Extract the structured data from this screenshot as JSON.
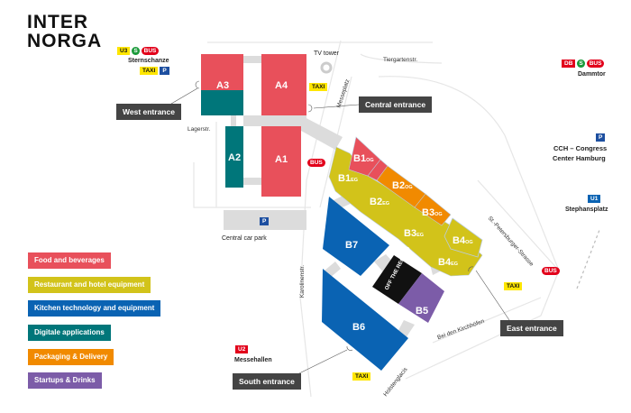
{
  "logo": {
    "line1": "INTER",
    "line2": "NORGA"
  },
  "colors": {
    "food": "#e8505b",
    "restaurant": "#d2c31a",
    "kitchen": "#0a63b3",
    "digital": "#00767a",
    "packaging": "#f18a00",
    "startups": "#7c5ca8",
    "callout": "#444444"
  },
  "legend": [
    {
      "label": "Food and beverages",
      "color": "#e8505b"
    },
    {
      "label": "Restaurant and hotel equipment",
      "color": "#d2c31a"
    },
    {
      "label": "Kitchen technology and equipment",
      "color": "#0a63b3"
    },
    {
      "label": "Digitale applications",
      "color": "#00767a"
    },
    {
      "label": "Packaging & Delivery",
      "color": "#f18a00"
    },
    {
      "label": "Startups & Drinks",
      "color": "#7c5ca8"
    }
  ],
  "halls": {
    "A1": "A1",
    "A2": "A2",
    "A3": "A3",
    "A4": "A4",
    "B1og": "B1",
    "B1eg": "B1",
    "B2og": "B2",
    "B2eg": "B2",
    "B3og": "B3",
    "B3eg": "B3",
    "B4og": "B4",
    "B4eg": "B4",
    "B5": "B5",
    "B6": "B6",
    "B7": "B7",
    "og": "OG",
    "eg": "EG",
    "off_the_record": "OFF THE RECORD"
  },
  "entrances": {
    "west": "West entrance",
    "central": "Central entrance",
    "east": "East entrance",
    "south": "South entrance"
  },
  "places": {
    "tv_tower": "TV tower",
    "central_car_park": "Central car park",
    "sternschanze": "Sternschanze",
    "dammtor": "Dammtor",
    "cch": "CCH – Congress",
    "cch2": "Center Hamburg",
    "stephansplatz": "Stephansplatz",
    "messehallen": "Messehallen"
  },
  "streets": {
    "tiergarten": "Tiergartenstr.",
    "messeplatz": "Messeplatz",
    "lager": "Lagerstr.",
    "karolinen": "Karolinenstr.",
    "stpetersburger": "St.-Petersburger-Strasse",
    "kirchhoefen": "Bei den Kirchhöfen",
    "holsten": "Holstenglacis"
  },
  "transit": {
    "u3": "U3",
    "u1": "U1",
    "u2": "U2",
    "s": "S",
    "bus": "BUS",
    "taxi": "TAXI",
    "parking": "P",
    "db": "DB"
  }
}
